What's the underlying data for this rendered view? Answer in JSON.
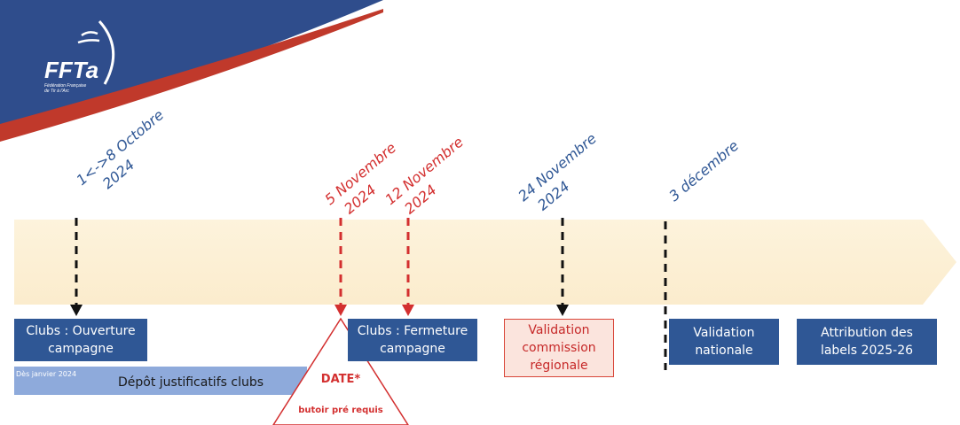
{
  "logo": {
    "text": "FFTa",
    "tagline_line1": "Fédération Française",
    "tagline_line2": "de Tir à l'Arc"
  },
  "dates": [
    {
      "id": "oct",
      "line1": "1<->8 Octobre",
      "line2": "2024",
      "color": "#2f5795"
    },
    {
      "id": "nov5",
      "line1": "5 Novembre",
      "line2": "2024",
      "color": "#d32f2f"
    },
    {
      "id": "nov12",
      "line1": "12 Novembre",
      "line2": "2024",
      "color": "#d32f2f"
    },
    {
      "id": "nov24",
      "line1": "24 Novembre",
      "line2": "2024",
      "color": "#2f5795"
    },
    {
      "id": "dec3",
      "line1": "3 décembre",
      "line2": "",
      "color": "#2f5795"
    }
  ],
  "boxes": {
    "ouverture": {
      "line1": "Clubs : Ouverture",
      "line2": "campagne"
    },
    "fermeture": {
      "line1": "Clubs : Fermeture",
      "line2": "campagne"
    },
    "regionale": {
      "line1": "Validation",
      "line2": "commission",
      "line3": "régionale"
    },
    "nationale": {
      "line1": "Validation",
      "line2": "nationale"
    },
    "attribution": {
      "line1": "Attribution des",
      "line2": "labels 2025-26"
    }
  },
  "depot": {
    "small_label": "Dès janvier 2024",
    "label": "Dépôt justificatifs clubs"
  },
  "deadline": {
    "title": "DATE*",
    "subtitle": "butoir pré requis"
  },
  "colors": {
    "navy": "#2f5795",
    "red": "#d32f2f",
    "band": "#fdf0d5",
    "light_blue": "#8eaadb"
  }
}
